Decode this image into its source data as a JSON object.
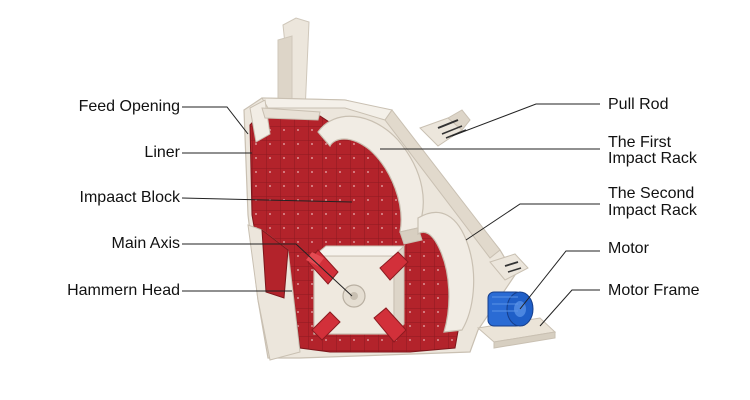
{
  "colors": {
    "liner_red": "#b3232b",
    "block_red": "#a41f26",
    "housing_cream": "#ece6dc",
    "rack_cream": "#f1ece4",
    "rotor_cream": "#efe9df",
    "hammer_red": "#d2303a",
    "motor_blue": "#1f5fc8",
    "leader_line": "#222222"
  },
  "labels_left": {
    "feed_opening": "Feed Opening",
    "liner": "Liner",
    "impact_block": "Impaact Block",
    "main_axis": "Main Axis",
    "hammer_head": "Hammern Head"
  },
  "labels_right": {
    "pull_rod": "Pull Rod",
    "first_rack_line1": "The First",
    "first_rack_line2": "Impact Rack",
    "second_rack_line1": "The Second",
    "second_rack_line2": "Impact Rack",
    "motor": "Motor",
    "motor_frame": "Motor Frame"
  }
}
